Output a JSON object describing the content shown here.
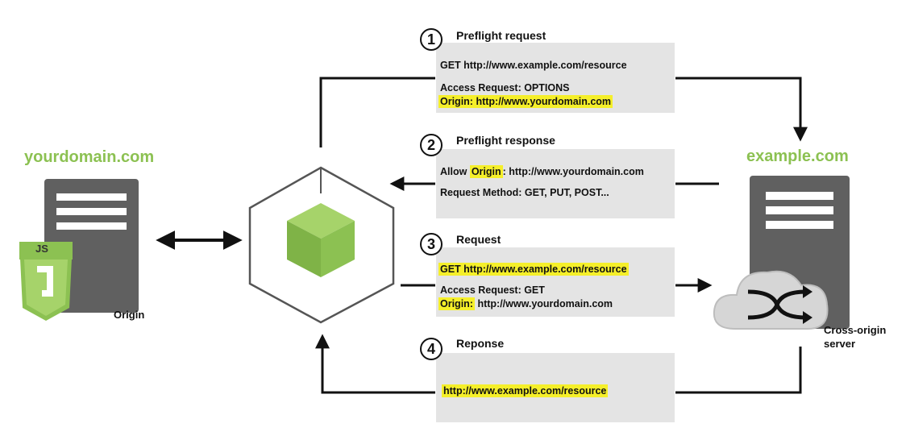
{
  "client": {
    "domain": "yourdomain.com",
    "caption": "Origin",
    "js_badge": "JS"
  },
  "server": {
    "domain": "example.com",
    "caption_line1": "Cross-origin",
    "caption_line2": "server"
  },
  "steps": [
    {
      "number": "1",
      "title": "Preflight request",
      "lines": [
        "GET http://www.example.com/resource",
        "Access Request: OPTIONS",
        "Origin: http://www.yourdomain.com"
      ]
    },
    {
      "number": "2",
      "title": "Preflight response",
      "lines_prefix": "Allow ",
      "lines_highlight": "Origin",
      "lines_suffix": ": http://www.yourdomain.com",
      "line2": "Request Method: GET, PUT, POST..."
    },
    {
      "number": "3",
      "title": "Request",
      "lines": [
        "GET http://www.example.com/resource",
        "Access Request: GET"
      ],
      "origin_label": "Origin:",
      "origin_value": " http://www.yourdomain.com"
    },
    {
      "number": "4",
      "title": "Reponse",
      "lines": [
        "http://www.example.com/resource"
      ]
    }
  ],
  "colors": {
    "accent_green": "#8cc152",
    "highlight_yellow": "#f5ef2a",
    "server_gray": "#606060",
    "box_gray": "#e4e4e4"
  }
}
